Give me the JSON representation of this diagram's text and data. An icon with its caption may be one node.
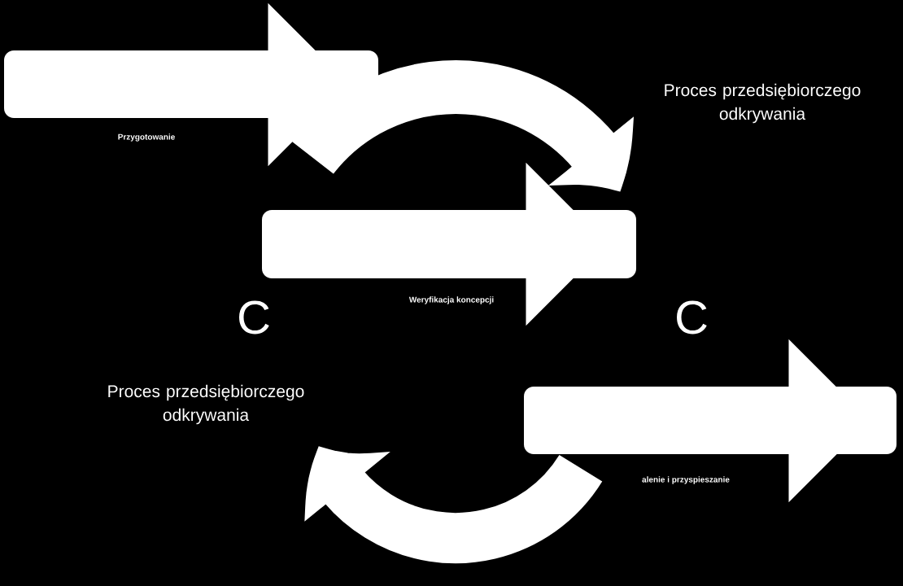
{
  "diagram": {
    "nodes": [
      {
        "text": [
          "Przygotowanie"
        ]
      },
      {
        "text": [
          "Weryfikacja koncepcji"
        ]
      },
      {
        "text": [
          "alenie i przyspieszanie"
        ]
      }
    ],
    "edges": [
      {
        "from": 0,
        "to": 1,
        "arrow": "to"
      },
      {
        "from": 2,
        "to": null,
        "arrow": "to"
      }
    ],
    "labels": [
      "Proces przedsiębiorczego odkrywania",
      "C",
      "C",
      "Proces przedsiębiorczego odkrywania"
    ]
  }
}
